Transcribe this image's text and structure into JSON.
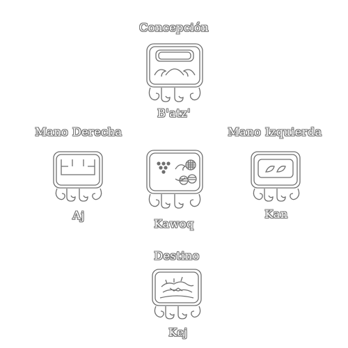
{
  "positions": {
    "top": {
      "heading": "Concepción",
      "name": "B'atz'",
      "icon": "batz-glyph-icon"
    },
    "left": {
      "heading": "Mano Derecha",
      "name": "Aj",
      "icon": "aj-glyph-icon"
    },
    "center": {
      "heading": "",
      "name": "Kawoq",
      "icon": "kawoq-glyph-icon"
    },
    "right": {
      "heading": "Mano Izquierda",
      "name": "Kan",
      "icon": "kan-glyph-icon"
    },
    "bottom": {
      "heading": "Destino",
      "name": "Kej",
      "icon": "kej-glyph-icon"
    }
  },
  "colors": {
    "stroke": "#6e6e6e",
    "text_outline": "#777777",
    "background": "#ffffff"
  }
}
